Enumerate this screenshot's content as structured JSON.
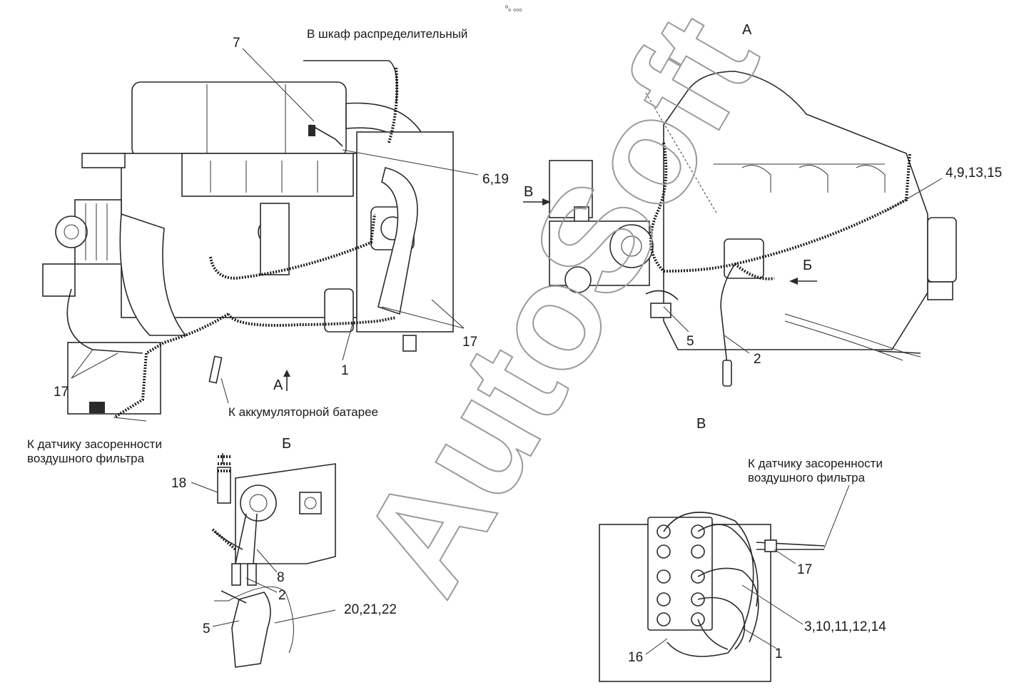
{
  "header": {
    "mark": "⁰₀ ₀₀₀"
  },
  "captions": {
    "to_cabinet": "В шкаф распределительный",
    "to_battery": "К аккумуляторной батарее",
    "to_filter_sensor_left_1": "К датчику засоренности",
    "to_filter_sensor_left_2": "воздушного фильтра",
    "to_filter_sensor_right_1": "К датчику засоренности",
    "to_filter_sensor_right_2": "воздушного фильтра"
  },
  "views": {
    "a": "А",
    "b": "Б",
    "v": "В",
    "arrow_a": "А",
    "arrow_b": "Б",
    "arrow_v": "В"
  },
  "callouts": {
    "c7": "7",
    "c6_19": "6,19",
    "c17_main": "17",
    "c17_left": "17",
    "c1_main": "1",
    "c4_9_13_15": "4,9,13,15",
    "c5_top": "5",
    "c2_top": "2",
    "c18": "18",
    "c8": "8",
    "c2_bottom": "2",
    "c20_21_22": "20,21,22",
    "c5_bottom": "5",
    "c17_terminal": "17",
    "c3_10_11_12_14": "3,10,11,12,14",
    "c16": "16",
    "c1_terminal": "1"
  },
  "watermark": "AutoSoft"
}
